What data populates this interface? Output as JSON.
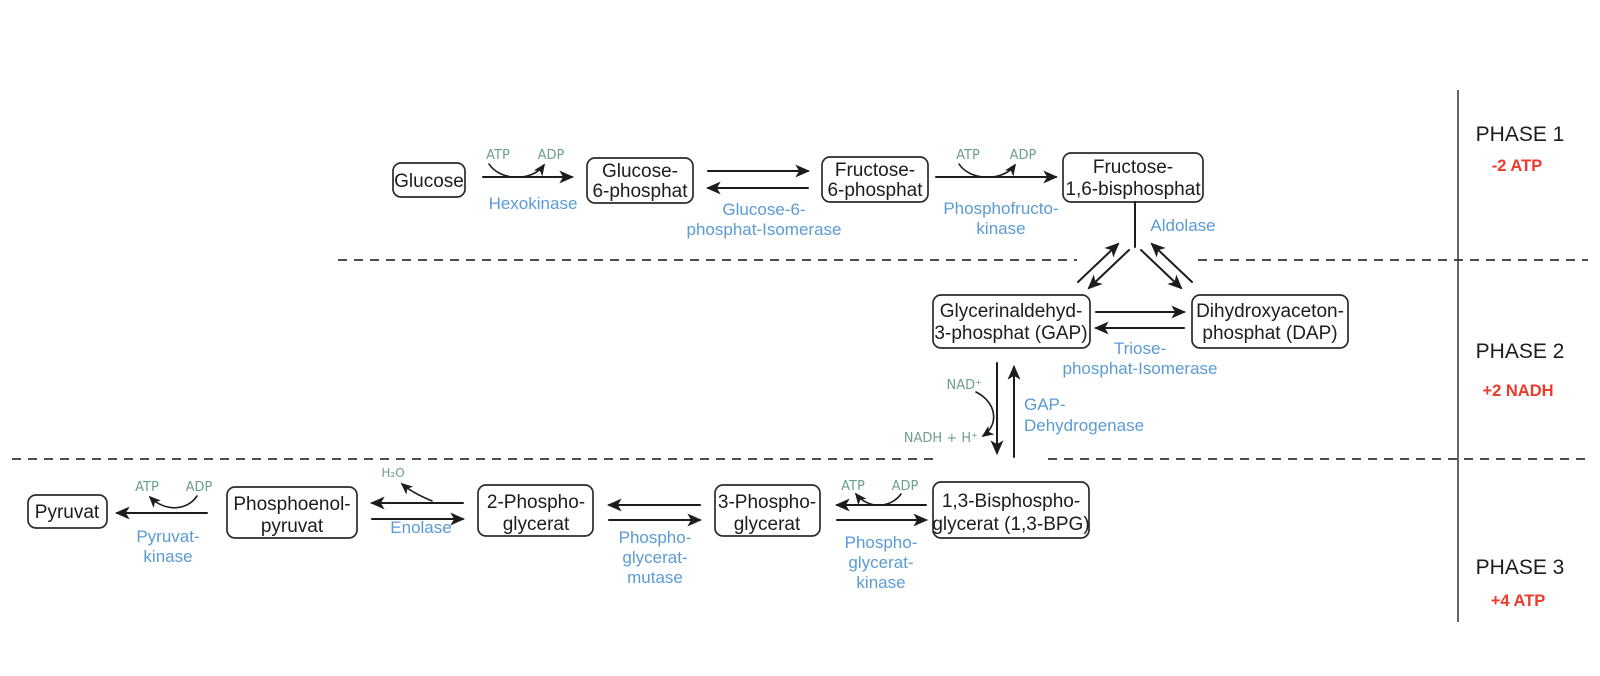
{
  "diagram_title": "Glycolysis pathway (German labels)",
  "palette": {
    "enzyme_blue": "#5b9bd5",
    "cofactor_green": "#6ba287",
    "phase_red": "#ee3a2c",
    "line_black": "#1c1c1c",
    "dash_gray": "#4d4d4d",
    "background": "#ffffff"
  },
  "metabolites": {
    "glucose": {
      "lines": [
        "Glucose"
      ]
    },
    "g6p": {
      "lines": [
        "Glucose-",
        "6-phosphat"
      ]
    },
    "f6p": {
      "lines": [
        "Fructose-",
        "6-phosphat"
      ]
    },
    "f16bp": {
      "lines": [
        "Fructose-",
        "1,6-bisphosphat"
      ]
    },
    "gap": {
      "lines": [
        "Glycerinaldehyd-",
        "3-phosphat (GAP)"
      ]
    },
    "dap": {
      "lines": [
        "Dihydroxyaceton-",
        "phosphat (DAP)"
      ]
    },
    "bpg13": {
      "lines": [
        "1,3-Bisphospho-",
        "glycerat (1,3-BPG)"
      ]
    },
    "pg3": {
      "lines": [
        "3-Phospho-",
        "glycerat"
      ]
    },
    "pg2": {
      "lines": [
        "2-Phospho-",
        "glycerat"
      ]
    },
    "pep": {
      "lines": [
        "Phosphoenol-",
        "pyruvat"
      ]
    },
    "pyruvat": {
      "lines": [
        "Pyruvat"
      ]
    }
  },
  "enzymes": {
    "hexokinase": {
      "lines": [
        "Hexokinase"
      ]
    },
    "g6p_isomerase": {
      "lines": [
        "Glucose-6-",
        "phosphat-Isomerase"
      ]
    },
    "pfk": {
      "lines": [
        "Phosphofructo-",
        "kinase"
      ]
    },
    "aldolase": {
      "lines": [
        "Aldolase"
      ]
    },
    "tpi": {
      "lines": [
        "Triose-",
        "phosphat-Isomerase"
      ]
    },
    "gapdh": {
      "lines": [
        "GAP-",
        "Dehydrogenase"
      ]
    },
    "pgk": {
      "lines": [
        "Phospho-",
        "glycerat-",
        "kinase"
      ]
    },
    "pgm": {
      "lines": [
        "Phospho-",
        "glycerat-",
        "mutase"
      ]
    },
    "enolase": {
      "lines": [
        "Enolase"
      ]
    },
    "pk": {
      "lines": [
        "Pyruvat-",
        "kinase"
      ]
    }
  },
  "cofactors": {
    "atp": "ATP",
    "adp": "ADP",
    "nad": "NAD⁺",
    "nadh": "NADH + H⁺",
    "h2o": "H₂O"
  },
  "phase_panel": {
    "items": [
      {
        "label": "PHASE 1",
        "yield": "-2 ATP"
      },
      {
        "label": "PHASE 2",
        "yield": "+2 NADH"
      },
      {
        "label": "PHASE 3",
        "yield": "+4 ATP"
      }
    ]
  }
}
